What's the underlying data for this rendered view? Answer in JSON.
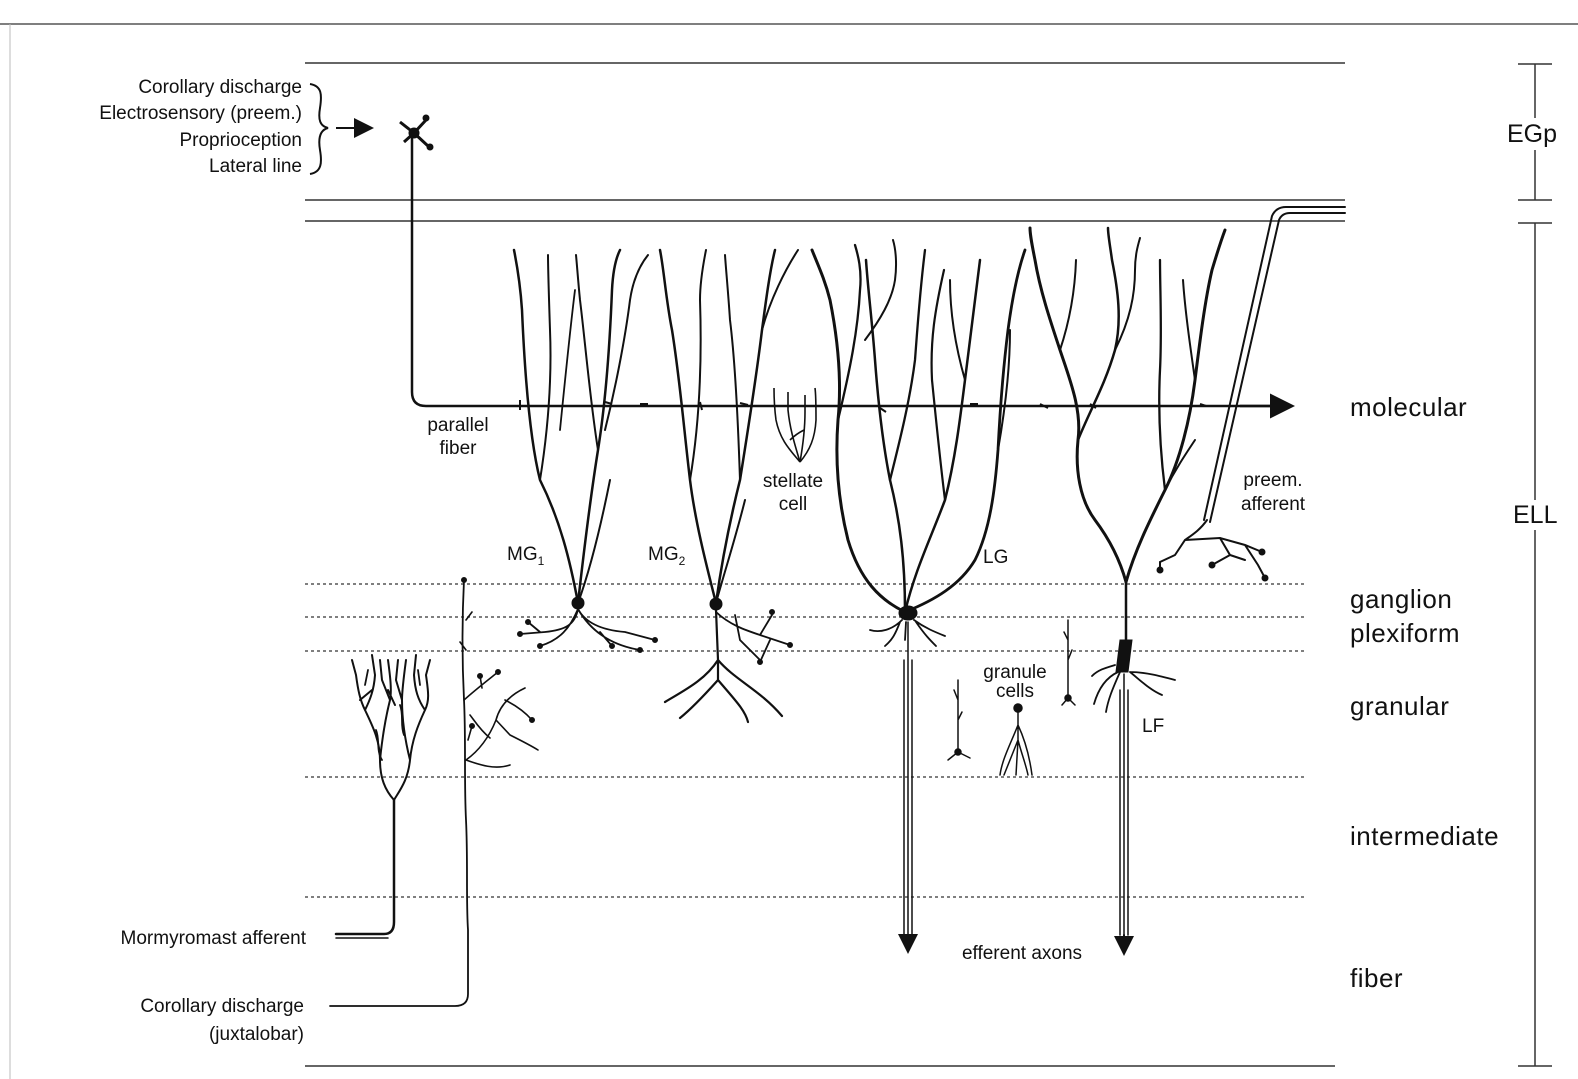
{
  "inputs": {
    "egp_inputs": [
      "Corollary discharge",
      "Electrosensory (preem.)",
      "Proprioception",
      "Lateral line"
    ],
    "mormyromast": "Mormyromast afferent",
    "corollary_juxta_line1": "Corollary discharge",
    "corollary_juxta_line2": "(juxtalobar)"
  },
  "regions": {
    "egp": "EGp",
    "ell": "ELL"
  },
  "layers": {
    "molecular": "molecular",
    "ganglion": "ganglion",
    "plexiform": "plexiform",
    "granular": "granular",
    "intermediate": "intermediate",
    "fiber": "fiber"
  },
  "cells": {
    "parallel_fiber_line1": "parallel",
    "parallel_fiber_line2": "fiber",
    "stellate_line1": "stellate",
    "stellate_line2": "cell",
    "mg1_base": "MG",
    "mg1_sub": "1",
    "mg2_base": "MG",
    "mg2_sub": "2",
    "lg": "LG",
    "preem_line1": "preem.",
    "preem_line2": "afferent",
    "granule_line1": "granule",
    "granule_line2": "cells",
    "lf": "LF",
    "efferent": "efferent axons"
  }
}
